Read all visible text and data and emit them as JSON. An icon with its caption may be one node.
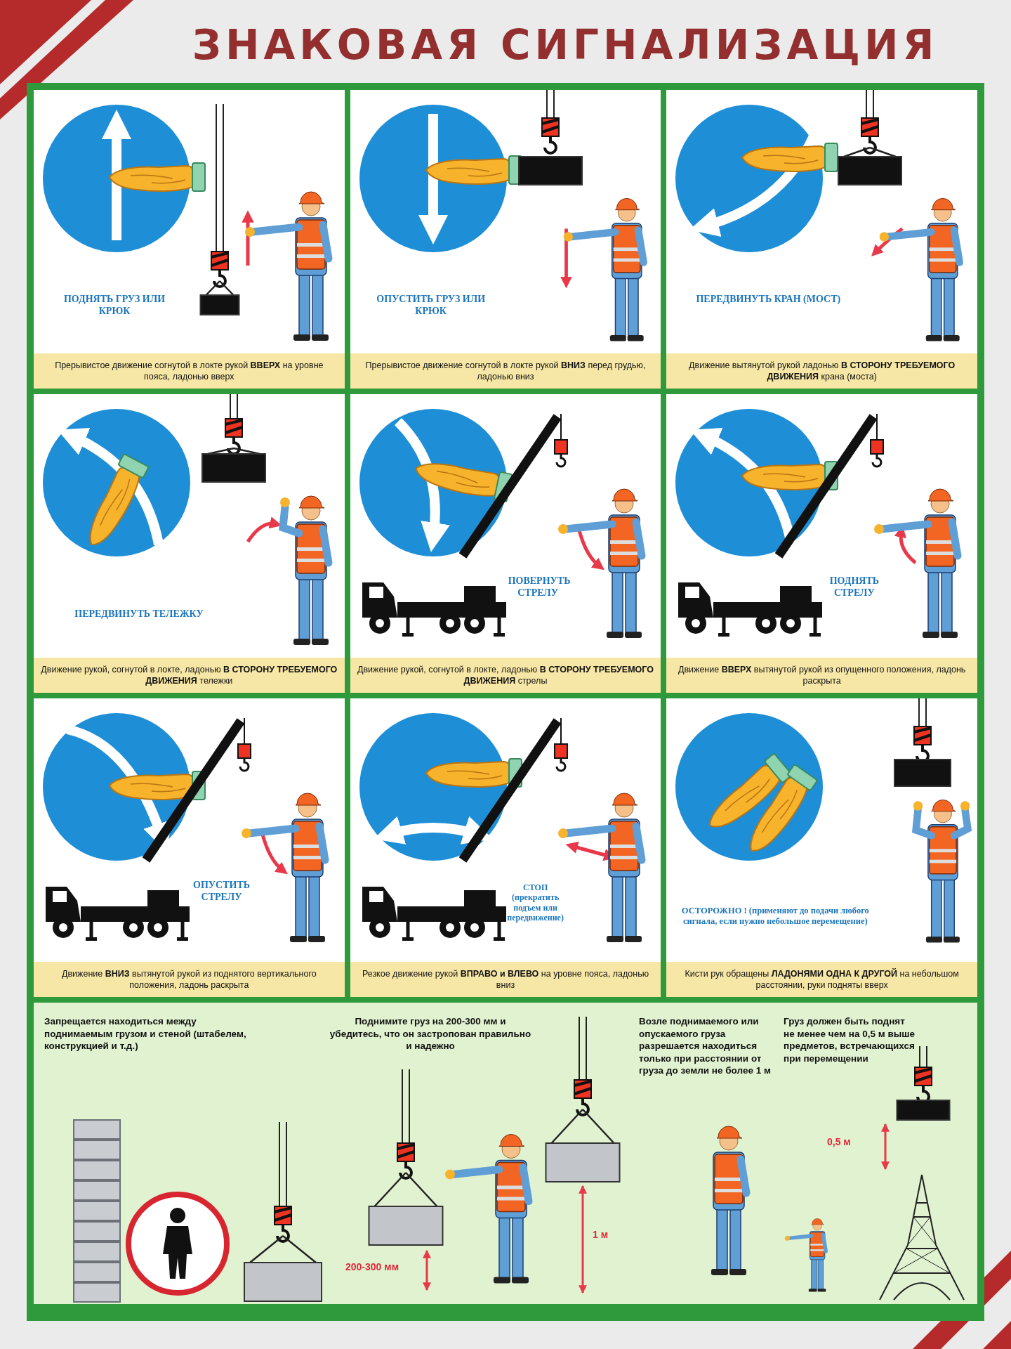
{
  "diagram": {
    "title": "ЗНАКОВАЯ СИГНАЛИЗАЦИЯ",
    "nodes": [
      {
        "text": [
          "ПОДНЯТЬ ГРУЗ ИЛИ КРЮК",
          "Прерывистое движение согнутой в локте рукой **ВВЕРХ** на уровне пояса, ладонью вверх"
        ]
      },
      {
        "text": [
          "ОПУСТИТЬ ГРУЗ ИЛИ КРЮК",
          "Прерывистое движение согнутой в локте рукой **ВНИЗ** перед грудью, ладонью вниз"
        ]
      },
      {
        "text": [
          "ПЕРЕДВИНУТЬ КРАН (МОСТ)",
          "Движение вытянутой рукой ладонью **В СТОРОНУ ТРЕБУЕМОГО ДВИЖЕНИЯ** крана (моста)"
        ]
      },
      {
        "text": [
          "ПЕРЕДВИНУТЬ ТЕЛЕЖКУ",
          "Движение рукой, согнутой в локте, ладонью **В СТОРОНУ ТРЕБУЕМОГО ДВИЖЕНИЯ** тележки"
        ]
      },
      {
        "text": [
          "ПОВЕРНУТЬ СТРЕЛУ",
          "Движение рукой, согнутой в локте, ладонью **В СТОРОНУ ТРЕБУЕМОГО ДВИЖЕНИЯ** стрелы"
        ]
      },
      {
        "text": [
          "ПОДНЯТЬ СТРЕЛУ",
          "Движение **ВВЕРХ** вытянутой рукой из опущенного положения, ладонь раскрыта"
        ]
      },
      {
        "text": [
          "ОПУСТИТЬ СТРЕЛУ",
          "Движение **ВНИЗ** вытянутой рукой из поднятого вертикального положения, ладонь раскрыта"
        ]
      },
      {
        "text": [
          "СТОП (прекратить подъем или передвижение)",
          "Резкое движение рукой **ВПРАВО и ВЛЕВО** на уровне пояса, ладонью вниз"
        ]
      },
      {
        "text": [
          "ОСТОРОЖНО ! (применяют до подачи любого сигнала, если нужно небольшое перемещение)",
          "Кисти рук обращены **ЛАДОНЯМИ ОДНА К ДРУГОЙ** на небольшом расстоянии, руки подняты вверх"
        ]
      },
      {
        "text": [
          "Запрещается находиться между поднимаемым грузом и стеной (штабелем, конструкцией и т.д.)",
          "Поднимите груз на 200-300 мм и убедитесь, что он застропован правильно и надежно",
          "Возле поднимаемого или опускаемого груза разрешается находиться только при расстоянии от груза до земли не более 1 м",
          "Груз должен быть поднят не менее чем на 0,5 м выше предметов, встречающихся при перемещении"
        ]
      }
    ],
    "labels": [
      "200-300 мм",
      "1 м",
      "0,5 м"
    ]
  }
}
